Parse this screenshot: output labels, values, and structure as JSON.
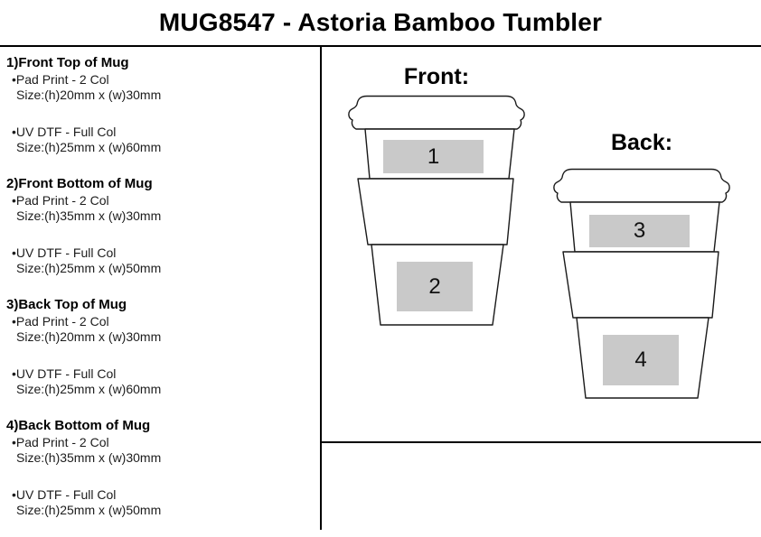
{
  "title": "MUG8547 - Astoria Bamboo Tumbler",
  "left_panel": {
    "sections": [
      {
        "heading": "1)Front Top of Mug",
        "options": [
          {
            "method": "•Pad Print - 2 Col",
            "size": "Size:(h)20mm x (w)30mm"
          },
          {
            "method": "•UV DTF - Full Col",
            "size": "Size:(h)25mm x (w)60mm"
          }
        ]
      },
      {
        "heading": "2)Front Bottom of Mug",
        "options": [
          {
            "method": "•Pad Print - 2 Col",
            "size": "Size:(h)35mm x (w)30mm"
          },
          {
            "method": "•UV DTF - Full Col",
            "size": "Size:(h)25mm x (w)50mm"
          }
        ]
      },
      {
        "heading": "3)Back Top of Mug",
        "options": [
          {
            "method": "•Pad Print - 2 Col",
            "size": "Size:(h)20mm x (w)30mm"
          },
          {
            "method": "•UV DTF - Full Col",
            "size": "Size:(h)25mm x (w)60mm"
          }
        ]
      },
      {
        "heading": "4)Back Bottom of Mug",
        "options": [
          {
            "method": "•Pad Print - 2 Col",
            "size": "Size:(h)35mm x (w)30mm"
          },
          {
            "method": "•UV DTF - Full Col",
            "size": "Size:(h)25mm x (w)50mm"
          }
        ]
      }
    ]
  },
  "diagram": {
    "front": {
      "label": "Front:",
      "print_areas": [
        {
          "number": "1"
        },
        {
          "number": "2"
        }
      ]
    },
    "back": {
      "label": "Back:",
      "print_areas": [
        {
          "number": "3"
        },
        {
          "number": "4"
        }
      ]
    }
  },
  "colors": {
    "print_area_fill": "#c9c9c9",
    "outline": "#1a1a1a",
    "text": "#000000"
  }
}
